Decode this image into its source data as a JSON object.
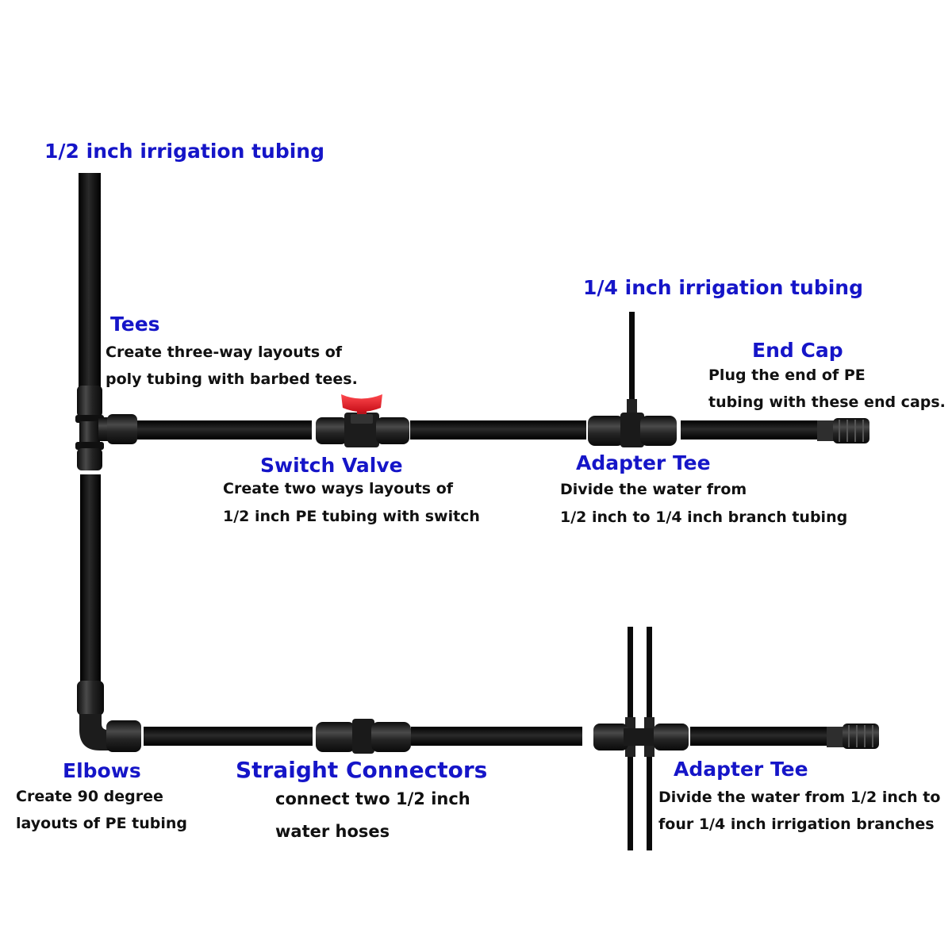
{
  "labels": {
    "half_inch_tubing": "1/2 inch irrigation tubing",
    "quarter_inch_tubing": "1/4 inch irrigation tubing",
    "tees": {
      "title": "Tees",
      "line1": "Create three-way layouts of",
      "line2": "poly tubing with barbed tees."
    },
    "switch_valve": {
      "title": "Switch Valve",
      "line1": "Create two ways layouts of",
      "line2": "1/2 inch PE tubing with switch"
    },
    "adapter_tee_top": {
      "title": "Adapter Tee",
      "line1": "Divide the water from",
      "line2": "1/2 inch to 1/4 inch branch tubing"
    },
    "end_cap": {
      "title": "End Cap",
      "line1": "Plug the end of PE",
      "line2": "tubing with these end caps."
    },
    "elbows": {
      "title": "Elbows",
      "line1": "Create 90 degree",
      "line2": "layouts of PE tubing"
    },
    "straight_connectors": {
      "title": "Straight Connectors",
      "line1": "connect two 1/2 inch",
      "line2": "water hoses"
    },
    "adapter_tee_bottom": {
      "title": "Adapter Tee",
      "line1": "Divide the water from 1/2 inch to",
      "line2": "four 1/4 inch irrigation branches"
    }
  },
  "colors": {
    "title_text": "#1515c8",
    "body_text": "#111111",
    "tubing": "#0a0a0a",
    "fitting": "#1c1c1c",
    "valve_handle": "#e0202a"
  }
}
